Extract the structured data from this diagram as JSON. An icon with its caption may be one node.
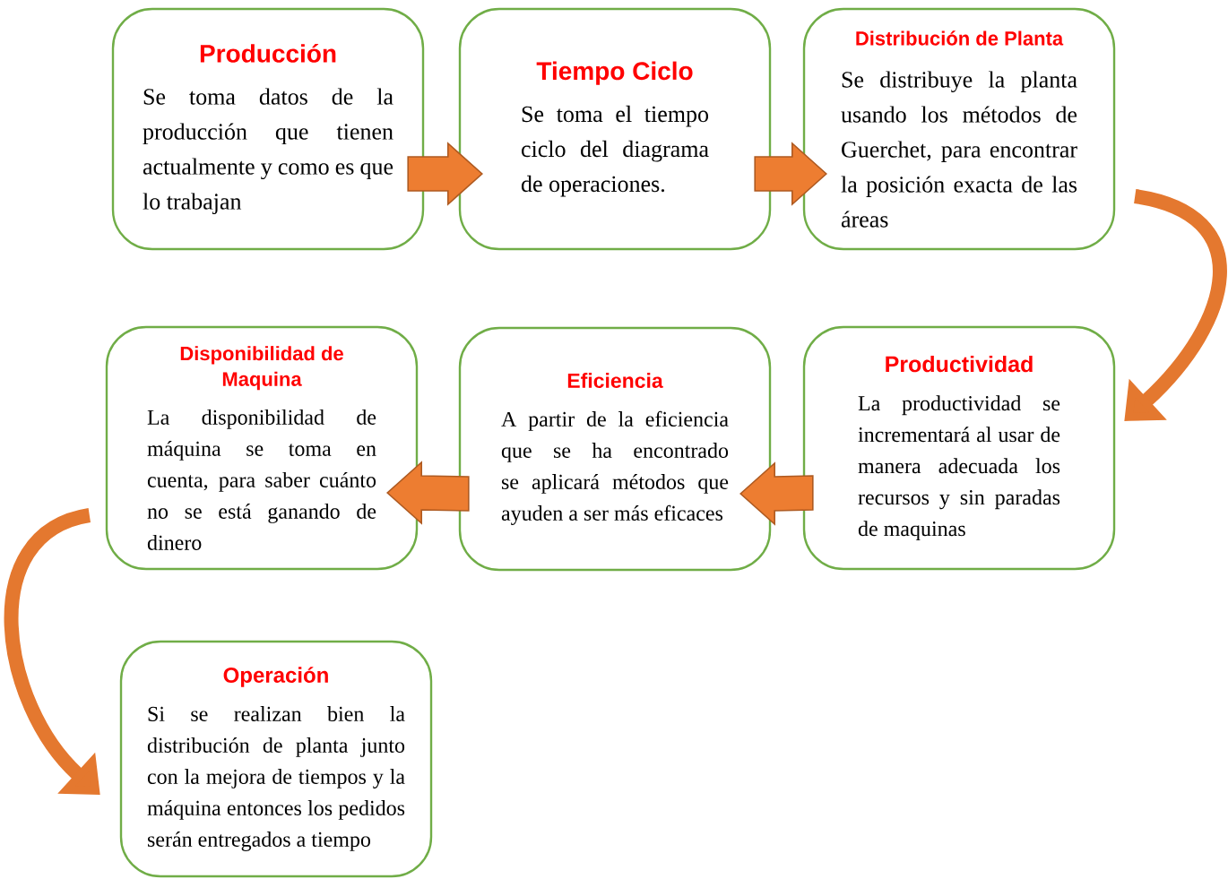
{
  "diagram": {
    "nodes": [
      {
        "text": [
          "Producción",
          "Se toma datos de la producción que tienen actualmente y como es que lo trabajan"
        ]
      },
      {
        "text": [
          "Tiempo Ciclo",
          "Se toma el tiempo ciclo del diagrama de operaciones."
        ]
      },
      {
        "text": [
          "Distribución de Planta",
          "Se distribuye la planta usando los métodos de Guerchet, para encontrar la posición exacta de las áreas"
        ]
      },
      {
        "text": [
          "Disponibilidad de Maquina",
          "La disponibilidad de máquina se toma en cuenta, para saber cuánto no se está ganando de dinero"
        ]
      },
      {
        "text": [
          "Eficiencia",
          "A partir de la eficiencia que se ha encontrado se aplicará métodos que ayuden a ser más eficaces"
        ]
      },
      {
        "text": [
          "Productividad",
          "La productividad se incrementará al usar de manera adecuada los recursos y sin paradas de maquinas"
        ]
      },
      {
        "text": [
          "Operación",
          "Si se realizan bien la distribución de planta junto con la mejora de tiempos y la máquina entonces los pedidos serán entregados a tiempo"
        ]
      }
    ],
    "edges": [
      {
        "from": 0,
        "to": 1,
        "arrow": "to"
      },
      {
        "from": 1,
        "to": 2,
        "arrow": "to"
      },
      {
        "from": 2,
        "to": 5,
        "arrow": "to"
      },
      {
        "from": 5,
        "to": 4,
        "arrow": "to"
      },
      {
        "from": 4,
        "to": 3,
        "arrow": "to"
      },
      {
        "from": 3,
        "to": 6,
        "arrow": "to"
      }
    ]
  }
}
